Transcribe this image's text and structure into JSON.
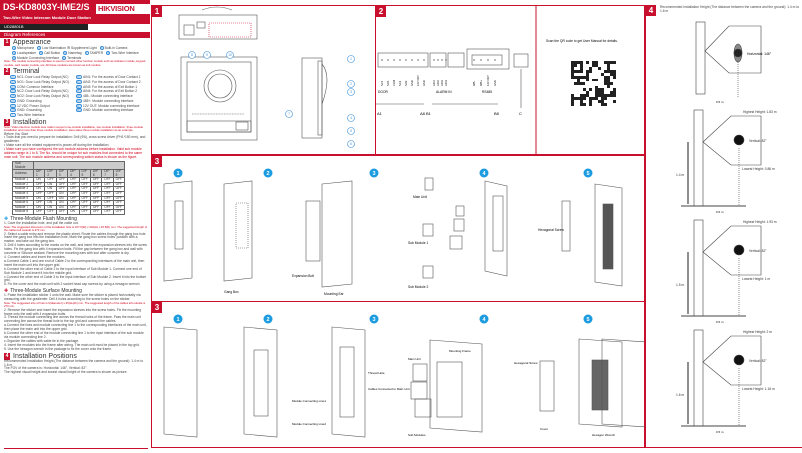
{
  "header": {
    "title": "DS-KD8003Y-IME2/S",
    "subtitle": "Two-Wire Video Intercom Module Door Station",
    "brand": "HIKVISION",
    "doc_code": "UD28801B",
    "diagram_refs": "Diagram References"
  },
  "appearance": {
    "num": "1",
    "title": "Appearance",
    "items": [
      [
        "1",
        "Microphone"
      ],
      [
        "2",
        "Low Illumination IR Supplement Light"
      ],
      [
        "3",
        "Built-in Camera"
      ],
      [
        "4",
        "Loudspeaker"
      ],
      [
        "5",
        "Call Button"
      ],
      [
        "6",
        "Nametag"
      ],
      [
        "7",
        "TAMPER"
      ],
      [
        "8",
        "Two-Wire Interface"
      ],
      [
        "9",
        "Module Connecting Interface"
      ],
      [
        "10",
        "Terminals"
      ]
    ],
    "note": "Note: The module connecting interface is used to connect other function module such as indicator module, keypad module, card reader module, etc. All these modules are known as sub module."
  },
  "terminal": {
    "num": "2",
    "title": "Terminal",
    "left": [
      [
        "A1",
        "NC1: Door Lock Relay Output (NC)"
      ],
      [
        "A2",
        "NO1: Door Lock Relay Output (NO)"
      ],
      [
        "A3",
        "COM: Common Interface"
      ],
      [
        "A4",
        "NC2: Door Lock Relay Output (NC)"
      ],
      [
        "A5",
        "NO2: Door Lock Relay Output (NO)"
      ],
      [
        "A6",
        "GND: Grounding"
      ],
      [
        "A7",
        "12 VDC Power Output"
      ],
      [
        "A8",
        "GND: Grounding"
      ],
      [
        "C",
        "Two-Wire Interface"
      ]
    ],
    "right": [
      [
        "B1",
        "AIN1: For the access of Door Contact 1"
      ],
      [
        "B2",
        "AIN2: For the access of Door Contact 2"
      ],
      [
        "B3",
        "AIN3: For the access of Exit Button 1"
      ],
      [
        "B4",
        "AIN4: For the access of Exit Button 2"
      ],
      [
        "B5",
        "485-: Module connecting interface"
      ],
      [
        "B6",
        "485+: Module connecting interface"
      ],
      [
        "B7",
        "12V OUT: Module connecting interface"
      ],
      [
        "B8",
        "GND: Module connecting interface"
      ]
    ]
  },
  "installation": {
    "num": "3",
    "title": "Installation",
    "note": "Note: Video intercom module door station support one-module installation, two-module installation, three-module installation and more than three-module installation. Here takes three-module installation as an example.",
    "before": "Before You Start",
    "b1": "• Tools that you need to prepare for installation: Drill (Φ6), cross screw driver (PH1*150 mm), and gradienter.",
    "b2": "• Make sure all the related equipment is power-off during the installation.",
    "b3": "• Make sure you have configured the sub module address before installation. Valid sub module address range is 1 to 8. The No. should be unique for sub modules that connected to the same main unit. The sub module address and corresponding switch status is shown as the figure.",
    "table": {
      "header1": "Sub Module",
      "header2": "Address",
      "cols": [
        "DIP 1",
        "DIP 2",
        "DIP 3",
        "DIP 4",
        "DIP 5",
        "DIP 6",
        "DIP 7",
        "DIP 8"
      ],
      "rows": [
        [
          "Module 1",
          "ON",
          "OFF",
          "OFF",
          "OFF",
          "OFF",
          "OFF",
          "OFF",
          "OFF"
        ],
        [
          "Module 2",
          "OFF",
          "ON",
          "OFF",
          "OFF",
          "OFF",
          "OFF",
          "OFF",
          "OFF"
        ],
        [
          "Module 3",
          "ON",
          "ON",
          "OFF",
          "OFF",
          "OFF",
          "OFF",
          "OFF",
          "OFF"
        ],
        [
          "Module 4",
          "OFF",
          "OFF",
          "ON",
          "OFF",
          "OFF",
          "OFF",
          "OFF",
          "OFF"
        ],
        [
          "Module 5",
          "ON",
          "OFF",
          "ON",
          "OFF",
          "OFF",
          "OFF",
          "OFF",
          "OFF"
        ],
        [
          "Module 6",
          "OFF",
          "ON",
          "ON",
          "OFF",
          "OFF",
          "OFF",
          "OFF",
          "OFF"
        ],
        [
          "Module 7",
          "ON",
          "ON",
          "ON",
          "OFF",
          "OFF",
          "OFF",
          "OFF",
          "OFF"
        ],
        [
          "Module 8",
          "OFF",
          "OFF",
          "OFF",
          "ON",
          "OFF",
          "OFF",
          "OFF",
          "OFF"
        ]
      ]
    },
    "flush": {
      "title": "Three-Module Flush Mounting",
      "s1": "1. Cave the installation hole, and pull the cable out.",
      "s1n": "Note: The suggested dimension of the installation hole is 107.6(W) x 334(H) x 45.5(D) mm. The suggested length of the cables left outside is 270 mm.",
      "s2": "2. Select a cable entry and remove the plastic sheet. Route the cables through the gang box hole. Insert the gang box into the installation hole. Mark the gang box screw holes' position with a marker, and take out the gang box.",
      "s3": "3. Drill 4 holes according to the marks on the wall, and insert the expansion sleeves into the screw holes. Fix the gang box with 4 expansion bolts. Fill the gap between the gang box and wall with concrete or Silicone sealant. Remove the mounting ears with tool after concrete is dry.",
      "s4": "4. Connect cables and insert the modules.",
      "s4a": "a.Connect Cable 1 and one end of Cable 2 to the corresponding interfaces of the main unit, then insert the main unit into the upper grid.",
      "s4b": "b.Connect the other end of Cable 2 to the input interface of Sub Module 1. Connect one end of Sub Module 1 and insert it into the middle grid.",
      "s4c": "c.Connect the other end of Cable 3 to the input interface of Sub Module 2. Insert it into the bottom grid.",
      "s5": "5. Fix the cover and the main unit with 2 socket head cap screws by using a hexagon wrench."
    },
    "surface": {
      "title": "Three-Module Surface Mounting",
      "s1": "1. Paste the installation sticker 1 onto the wall. Make sure the sticker is placed horizontally via measuring with the gradienter. Drill 4 holes according to the screw holes on the sticker.",
      "s1n": "Note: The suggested size of hole is 6(diameter) x 25(depth) mm. The suggested length of the cables left outside is 270 mm.",
      "s2": "2. Remove the sticker and insert the expansion sleeves into the screw holes. Fix the mounting frame onto the wall with 4 expansion bolts.",
      "s3": "3. Thread the module connecting line across the thread holes of the frame. Pass the main unit connecting line across the thread hole to the top grid and connect the cables.",
      "s3a": "a.Connect the lines and module connecting line 1 to the corresponding interfaces of the main unit, then place the main unit into the upper grid.",
      "s3b": "b.Connect the other end of the module connecting line 1 to the input interface of the sub module via module connecting line 2.",
      "s3c": "c.Organize the cables with cable tie in the package.",
      "s4": "4. Insert the modules into the frame after wiring. The main unit must be placed in the top grid.",
      "s5": "5. Use the hexagon wrench in the package to fix the cover onto the frame."
    }
  },
  "positions": {
    "num": "4",
    "title": "Installation Positions",
    "l1": "Recommended Installation Height (The distance between the camera and the ground): 1.4 m to 1.6 m",
    "l2": "The FOV of the camera is: Horizontal: 146°, Vertical: 82°.",
    "l3": "The highest visual height and lowest visual height of the camera is shown as picture."
  },
  "panel1": {
    "num": "1",
    "callouts": [
      "1",
      "2",
      "3",
      "4",
      "5",
      "6",
      "7",
      "8",
      "9",
      "10"
    ]
  },
  "panel2": {
    "num": "2",
    "pins_door": [
      "NC1",
      "NO1",
      "COM",
      "NC2",
      "NO2",
      "GND",
      "12V OUT",
      "GND"
    ],
    "pins_alarm": [
      "AIN1",
      "AIN2",
      "AIN3",
      "AIN4"
    ],
    "pins_rs": [
      "485-",
      "485+",
      "12V OUT",
      "GND"
    ],
    "door": "DOOR",
    "alarm": "ALARM IN",
    "rs": "RS485",
    "a1": "A1",
    "a8b1": "A8 B1",
    "b8": "B8",
    "c": "C",
    "qr_text": "Scan the QR code to get User Manual for details."
  },
  "panel3a": {
    "num": "3",
    "steps": [
      "1",
      "2",
      "3",
      "4",
      "5"
    ],
    "gang_box": "Gang Box",
    "expansion_bolt": "Expansion Bolt",
    "mounting_ear": "Mounting Ear",
    "main_unit": "Main Unit",
    "sub1": "Sub Module 1",
    "sub2": "Sub Module 2",
    "hex_screw": "Hexagonal Screw"
  },
  "panel3b": {
    "num": "3",
    "steps": [
      "1",
      "2",
      "3",
      "4",
      "5"
    ],
    "line1": "Module Connecting Line1",
    "line2": "Module Connecting Line2",
    "thread_hole": "Thread Hole",
    "cable_hole": "Cables Connected to Main Unit",
    "main_unit": "Main Unit",
    "mounting_frame": "Mounting Frame",
    "sub_modules": "Sub Modules",
    "hex_screw": "Hexagonal Screw",
    "cover": "Cover",
    "hex_wrench": "Hexagon Wrench"
  },
  "panel4": {
    "num": "4",
    "intro": "Recommended Installation Height (The distance between the camera and the ground): 1.4 m to 1.6 m",
    "horizontal": "Horizontal: 146°",
    "dist": "0.5 m",
    "d1": {
      "height": "1.4 m",
      "highest": "Highest Height: 1.83 m",
      "vertical": "Vertical: 82°",
      "lowest": "Lowest Height: 0.86 m"
    },
    "d2": {
      "height": "1.5 m",
      "highest": "Highest Height: 1.93 m",
      "vertical": "Vertical: 82°",
      "lowest": "Lowest Height: 1 m"
    },
    "d3": {
      "height": "1.6 m",
      "highest": "Highest Height: 2 m",
      "vertical": "Vertical: 82°",
      "lowest": "Lowest Height: 1.16 m"
    }
  },
  "colors": {
    "brand_red": "#c8102e",
    "callout_blue": "#1b9be0"
  }
}
